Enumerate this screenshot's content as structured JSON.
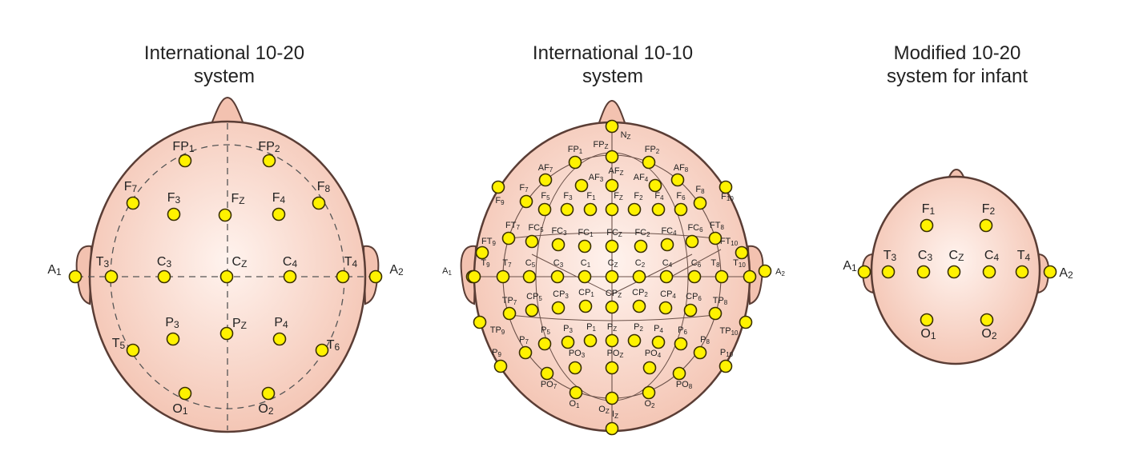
{
  "colors": {
    "head_fill": "#f3c2b0",
    "head_highlight": "#fff3ee",
    "head_outline": "#5a3d35",
    "electrode_fill": "#fff200",
    "electrode_outline": "#3a3000"
  },
  "diagrams": [
    {
      "title_line1": "International 10-20",
      "title_line2": "system",
      "electrodes": [
        {
          "label": "FP1"
        },
        {
          "label": "FP2"
        },
        {
          "label": "F7"
        },
        {
          "label": "F3"
        },
        {
          "label": "FZ"
        },
        {
          "label": "F4"
        },
        {
          "label": "F8"
        },
        {
          "label": "A1"
        },
        {
          "label": "T3"
        },
        {
          "label": "C3"
        },
        {
          "label": "CZ"
        },
        {
          "label": "C4"
        },
        {
          "label": "T4"
        },
        {
          "label": "A2"
        },
        {
          "label": "P3"
        },
        {
          "label": "PZ"
        },
        {
          "label": "P4"
        },
        {
          "label": "T5"
        },
        {
          "label": "T6"
        },
        {
          "label": "O1"
        },
        {
          "label": "O2"
        }
      ]
    },
    {
      "title_line1": "International 10-10",
      "title_line2": "system",
      "electrodes": [
        {
          "label": "NZ"
        },
        {
          "label": "FPZ"
        },
        {
          "label": "FP1"
        },
        {
          "label": "FP2"
        },
        {
          "label": "AF7"
        },
        {
          "label": "AF3"
        },
        {
          "label": "AFZ"
        },
        {
          "label": "AF4"
        },
        {
          "label": "AF8"
        },
        {
          "label": "F9"
        },
        {
          "label": "F7"
        },
        {
          "label": "F5"
        },
        {
          "label": "F3"
        },
        {
          "label": "F1"
        },
        {
          "label": "FZ"
        },
        {
          "label": "F2"
        },
        {
          "label": "F4"
        },
        {
          "label": "F6"
        },
        {
          "label": "F8"
        },
        {
          "label": "F10"
        },
        {
          "label": "FT9"
        },
        {
          "label": "FT7"
        },
        {
          "label": "FC5"
        },
        {
          "label": "FC3"
        },
        {
          "label": "FC1"
        },
        {
          "label": "FCZ"
        },
        {
          "label": "FC2"
        },
        {
          "label": "FC4"
        },
        {
          "label": "FC6"
        },
        {
          "label": "FT8"
        },
        {
          "label": "FT10"
        },
        {
          "label": "A1"
        },
        {
          "label": "T9"
        },
        {
          "label": "T7"
        },
        {
          "label": "C5"
        },
        {
          "label": "C3"
        },
        {
          "label": "C1"
        },
        {
          "label": "CZ"
        },
        {
          "label": "C2"
        },
        {
          "label": "C4"
        },
        {
          "label": "C6"
        },
        {
          "label": "T8"
        },
        {
          "label": "T10"
        },
        {
          "label": "A2"
        },
        {
          "label": "TP7"
        },
        {
          "label": "CP5"
        },
        {
          "label": "CP3"
        },
        {
          "label": "CP1"
        },
        {
          "label": "CPZ"
        },
        {
          "label": "CP2"
        },
        {
          "label": "CP4"
        },
        {
          "label": "CP6"
        },
        {
          "label": "TP8"
        },
        {
          "label": "TP9"
        },
        {
          "label": "TP10"
        },
        {
          "label": "P7"
        },
        {
          "label": "P5"
        },
        {
          "label": "P3"
        },
        {
          "label": "P1"
        },
        {
          "label": "PZ"
        },
        {
          "label": "P2"
        },
        {
          "label": "P4"
        },
        {
          "label": "P6"
        },
        {
          "label": "P8"
        },
        {
          "label": "P9"
        },
        {
          "label": "P10"
        },
        {
          "label": "PO7"
        },
        {
          "label": "PO3"
        },
        {
          "label": "POZ"
        },
        {
          "label": "PO4"
        },
        {
          "label": "PO8"
        },
        {
          "label": "O1"
        },
        {
          "label": "OZ"
        },
        {
          "label": "O2"
        },
        {
          "label": "IZ"
        }
      ]
    },
    {
      "title_line1": "Modified 10-20",
      "title_line2": "system for infant",
      "electrodes": [
        {
          "label": "F1"
        },
        {
          "label": "F2"
        },
        {
          "label": "A1"
        },
        {
          "label": "T3"
        },
        {
          "label": "C3"
        },
        {
          "label": "CZ"
        },
        {
          "label": "C4"
        },
        {
          "label": "T4"
        },
        {
          "label": "A2"
        },
        {
          "label": "O1"
        },
        {
          "label": "O2"
        }
      ]
    }
  ]
}
